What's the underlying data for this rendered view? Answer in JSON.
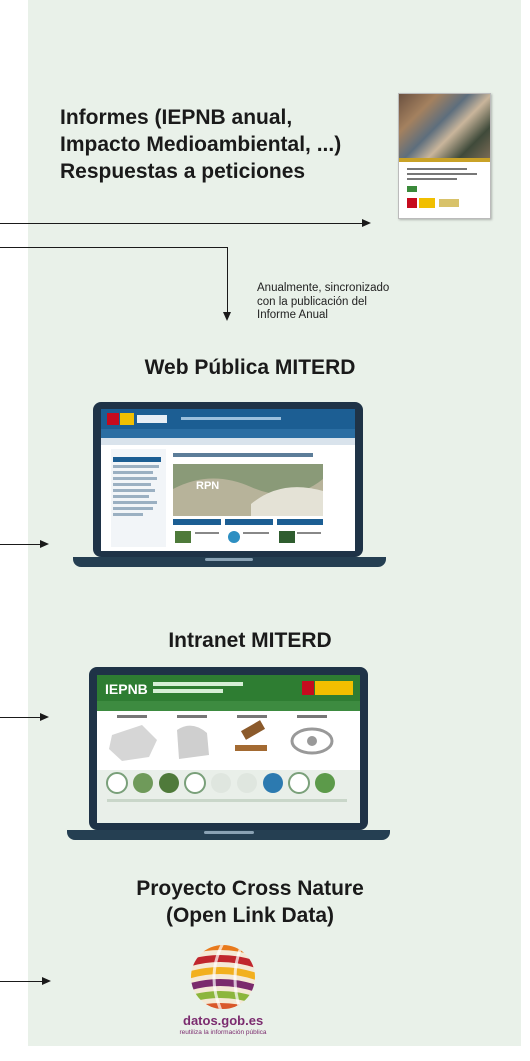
{
  "reports": {
    "line1": "Informes  (IEPNB anual,",
    "line2": "Impacto Medioambiental, ...)",
    "line3": "Respuestas a peticiones"
  },
  "annual_note": {
    "line1": "Anualmente,  sincronizado",
    "line2": "con la publicación  del",
    "line3": "Informe Anual"
  },
  "web_publica": {
    "title": "Web Pública MITERD"
  },
  "intranet": {
    "title": "Intranet MITERD",
    "banner_logo": "IEPNB"
  },
  "cross_nature": {
    "line1": "Proyecto Cross Nature",
    "line2": "(Open Link Data)",
    "logo_text": "datos.gob.es",
    "logo_tagline": "reutiliza la información pública"
  },
  "colors": {
    "panel": "#e9f1e9",
    "laptop_frame": "#1f3347",
    "web_header": "#1c5e93",
    "intranet_header": "#2e7d32",
    "datos_text": "#7b2c6f"
  }
}
